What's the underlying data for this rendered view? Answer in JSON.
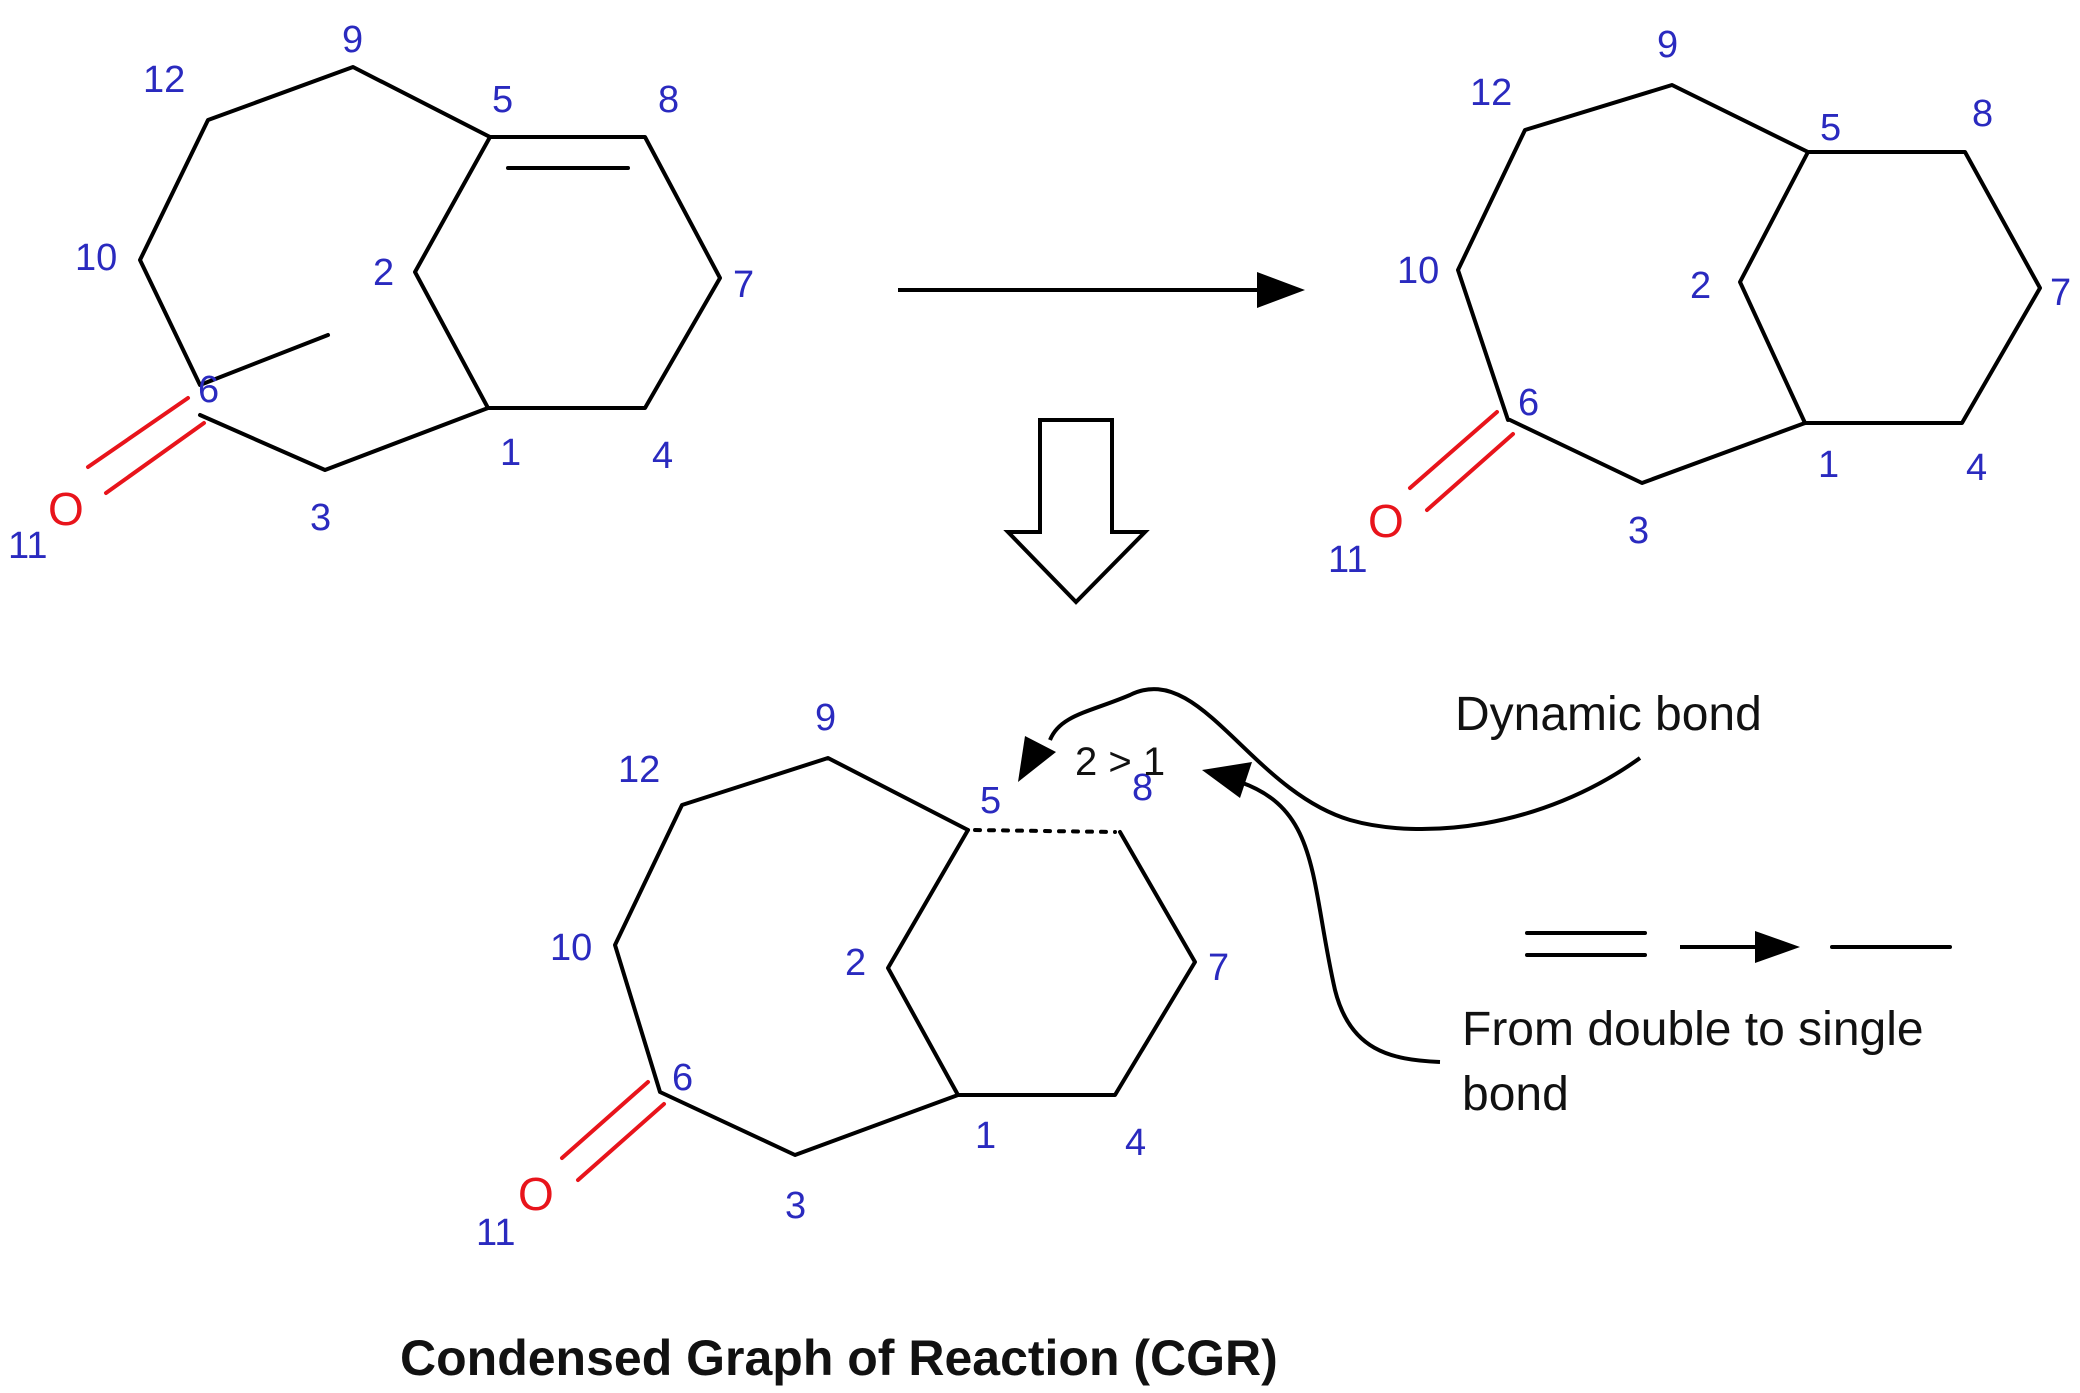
{
  "reactant": {
    "atom_labels": {
      "n9": "9",
      "n12": "12",
      "n5": "5",
      "n8": "8",
      "n10": "10",
      "n2": "2",
      "n7": "7",
      "n6": "6",
      "n1": "1",
      "n4": "4",
      "n3": "3",
      "n11": "11",
      "o": "O"
    }
  },
  "product": {
    "atom_labels": {
      "n9": "9",
      "n12": "12",
      "n5": "5",
      "n8": "8",
      "n10": "10",
      "n2": "2",
      "n7": "7",
      "n6": "6",
      "n1": "1",
      "n4": "4",
      "n3": "3",
      "n11": "11",
      "o": "O"
    }
  },
  "cgr": {
    "atom_labels": {
      "n9": "9",
      "n12": "12",
      "n5": "5",
      "n8": "8",
      "n10": "10",
      "n2": "2",
      "n7": "7",
      "n6": "6",
      "n1": "1",
      "n4": "4",
      "n3": "3",
      "n11": "11",
      "o": "O"
    },
    "dynamic_bond_label": "2 > 1",
    "caption": "Condensed Graph of Reaction (CGR)"
  },
  "annotations": {
    "dynamic_bond": "Dynamic bond",
    "double_to_single_line1": "From double to single",
    "double_to_single_line2": "bond"
  },
  "colors": {
    "bond": "#000000",
    "atom_number": "#2a2abf",
    "oxygen": "#e8141b"
  }
}
